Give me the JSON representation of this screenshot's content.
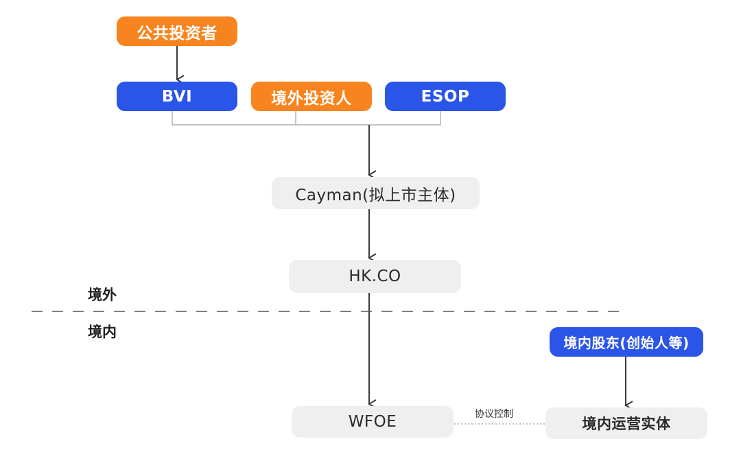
{
  "nodes": {
    "public_investors": "公共投资者",
    "bvi": "BVI",
    "overseas_investor": "境外投资人",
    "esop": "ESOP",
    "cayman": "Cayman(拟上市主体)",
    "hkco": "HK.CO",
    "wfoe": "WFOE",
    "domestic_shareholders": "境内股东(创始人等)",
    "domestic_entity": "境内运营实体"
  },
  "zones": {
    "overseas": "境外",
    "domestic": "境内"
  },
  "edge_labels": {
    "agreement_control": "协议控制"
  },
  "colors": {
    "orange": "#f7841f",
    "blue": "#2a55e8",
    "gray_box": "#efefef",
    "line": "#3a3a3a",
    "connector": "#9a9a9a"
  }
}
